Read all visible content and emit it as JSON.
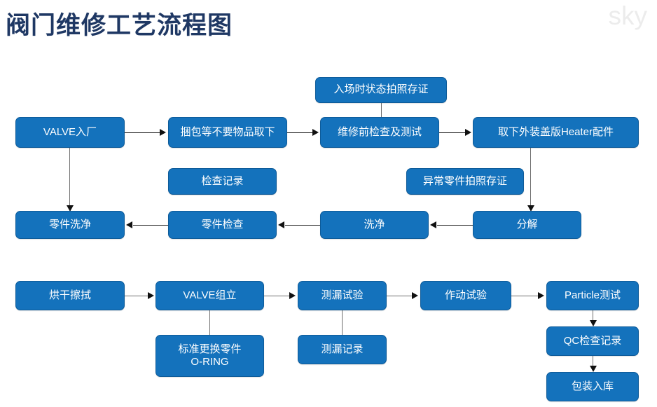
{
  "page": {
    "title": "阀门维修工艺流程图",
    "watermark": "sky",
    "background_color": "#ffffff",
    "title_color": "#1F3864",
    "node_fill_color": "#1472BC",
    "node_border_color": "#0E5B99",
    "node_text_color": "#FFFFFF",
    "connector_color": "#6d6d6d",
    "arrow_color": "#111111"
  },
  "nodes": {
    "valve_in": "VALVE入厂",
    "unpack": "捆包等不要物品取下",
    "entry_photo": "入场时状态拍照存证",
    "pre_repair_check": "维修前检查及测试",
    "remove_heater": "取下外装盖版Heater配件",
    "inspection_record": "检查记录",
    "abnormal_photo": "异常零件拍照存证",
    "parts_clean": "零件洗净",
    "parts_check": "零件检查",
    "clean": "洗净",
    "disassemble": "分解",
    "dry_wipe": "烘干擦拭",
    "valve_assembly": "VALVE组立",
    "standard_parts": "标准更换零件\nO-RING",
    "leak_test": "测漏试验",
    "leak_record": "测漏记录",
    "actuation_test": "作动试验",
    "particle_test": "Particle测试",
    "qc_record": "QC检查记录",
    "packaging_storage": "包装入库"
  }
}
